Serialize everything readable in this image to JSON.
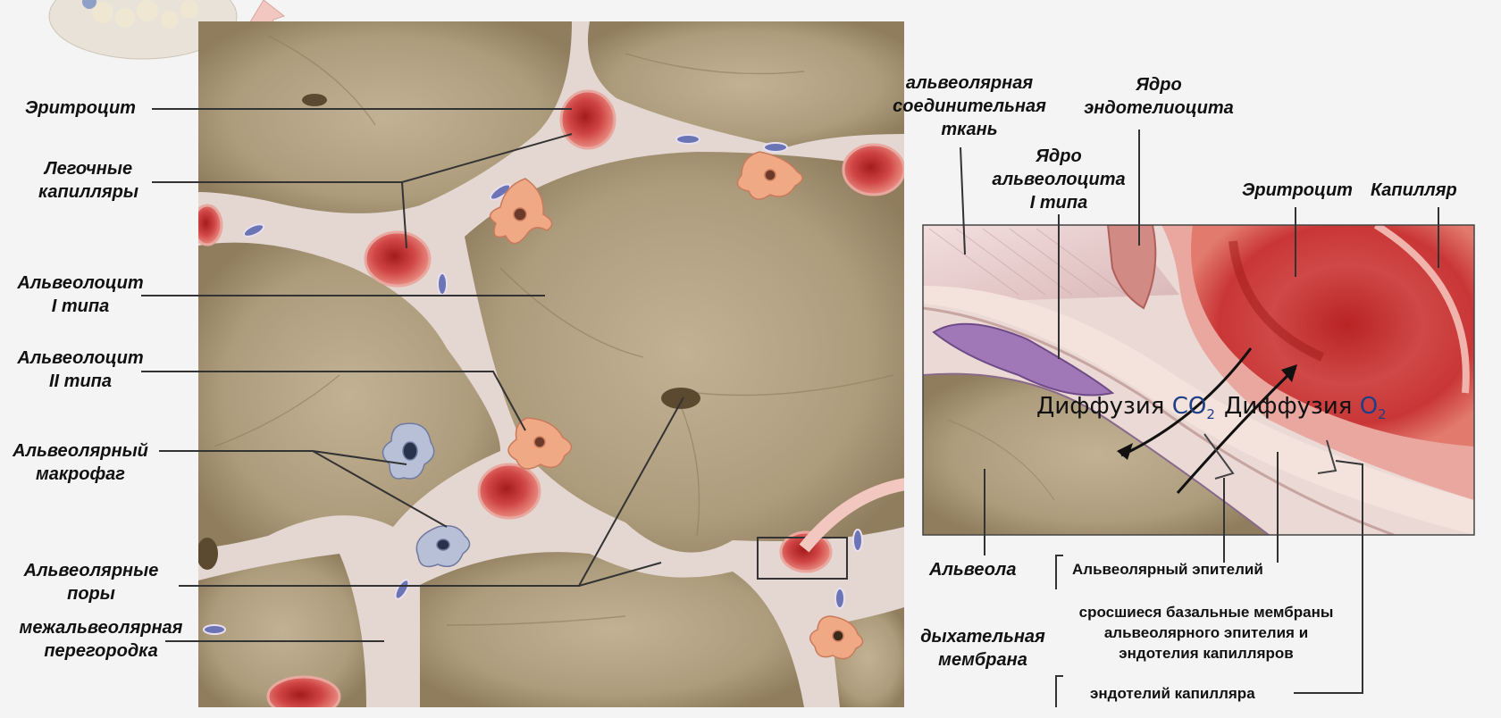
{
  "labels": {
    "erythrocyte_left": "Эритроцит",
    "lung_capillaries_l1": "Легочные",
    "lung_capillaries_l2": "капилляры",
    "alveolocyte1_l1": "Альвеолоцит",
    "alveolocyte1_l2": "I типа",
    "alveolocyte2_l1": "Альвеолоцит",
    "alveolocyte2_l2": "II типа",
    "macrophage_l1": "Альвеолярный",
    "macrophage_l2": "макрофаг",
    "pores_l1": "Альвеолярные",
    "pores_l2": "поры",
    "septum_l1": "межальвеолярная",
    "septum_l2": "перегородка",
    "connective_l1": "альвеолярная",
    "connective_l2": "соединительная",
    "connective_l3": "ткань",
    "endo_nucleus_l1": "Ядро",
    "endo_nucleus_l2": "эндотелиоцита",
    "alv_nucleus_l1": "Ядро",
    "alv_nucleus_l2": "альвеолоцита",
    "alv_nucleus_l3": "I типа",
    "erythrocyte_right": "Эритроцит",
    "capillary": "Капилляр",
    "alveola": "Альвеола",
    "resp_membrane_l1": "дыхательная",
    "resp_membrane_l2": "мембрана",
    "alv_epithelium": "Альвеолярный эпителий",
    "basal_l1": "сросшиеся базальные мембраны",
    "basal_l2": "альвеолярного эпителия и",
    "basal_l3": "эндотелия капилляров",
    "cap_endothelium": "эндотелий капилляра"
  },
  "diffusion": {
    "co2_prefix": "Диффузия",
    "co2_gas": "CO",
    "co2_sub": "2",
    "o2_prefix": "Диффузия",
    "o2_gas": "O",
    "o2_sub": "2"
  },
  "colors": {
    "alveolus_tan": "#b4a384",
    "septum_pink": "#f1d9d2",
    "blood_red": "#c73a3a",
    "leader_line": "#333333"
  }
}
